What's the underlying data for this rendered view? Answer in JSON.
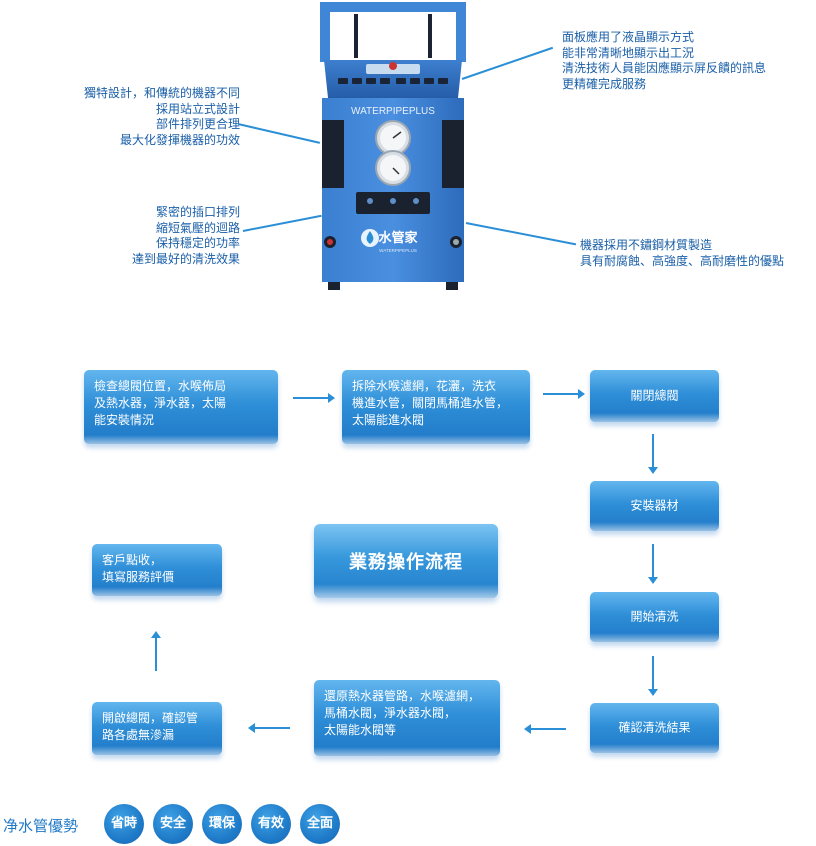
{
  "machine": {
    "brand": "WATERPIPEPLUS",
    "logo_text": "水管家",
    "logo_sub": "WATERPIPEPLUS"
  },
  "notes": {
    "left_top": "獨特設計，和傳統的機器不同\n採用站立式設計\n部件排列更合理\n最大化發揮機器的功效",
    "left_bottom": "緊密的插口排列\n縮短氣壓的迴路\n保持穩定的功率\n達到最好的清洗效果",
    "right_top": "面板應用了液晶顯示方式\n能非常清晰地顯示出工況\n清洗技術人員能因應顯示屏反饋的訊息\n更精確完成服務",
    "right_bottom": "機器採用不鏽鋼材質製造\n具有耐腐蝕、高強度、高耐磨性的優點"
  },
  "flow": {
    "title": "業務操作流程",
    "step1": "檢查總閥位置，水喉佈局\n及熱水器，淨水器，太陽\n能安裝情況",
    "step2": "拆除水喉濾網，花灑，洗衣\n機進水管，關閉馬桶進水管，\n太陽能進水閥",
    "step3": "關閉總閥",
    "step4": "安裝器材",
    "step5": "開始清洗",
    "step6": "確認清洗結果",
    "step7": "還原熱水器管路，水喉濾網，\n馬桶水閥，淨水器水閥，\n太陽能水閥等",
    "step8": "開啟總閥，確認管\n路各處無滲漏",
    "step9": "客戶點收，\n填寫服務評價"
  },
  "advantages": {
    "label": "净水管優勢",
    "items": [
      "省時",
      "安全",
      "環保",
      "有效",
      "全面"
    ]
  },
  "colors": {
    "primary": "#1f78c6",
    "machine_body": "#2d6fbf",
    "accent_light": "#63b6ee"
  }
}
